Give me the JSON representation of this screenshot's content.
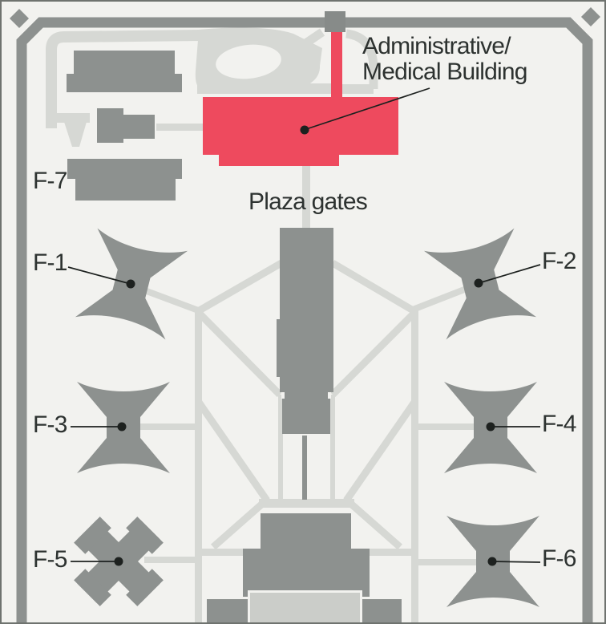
{
  "labels": {
    "f1": "F-1",
    "f2": "F-2",
    "f3": "F-3",
    "f4": "F-4",
    "f5": "F-5",
    "f6": "F-6",
    "f7": "F-7",
    "admin_line1": "Administrative/",
    "admin_line2": "Medical Building",
    "plaza": "Plaza gates"
  },
  "colors": {
    "background": "#f2f2ef",
    "road": "#d6d8d4",
    "building_gray": "#8d918f",
    "fence_gray": "#8d918f",
    "gate_gray": "#878b89",
    "highlight_red": "#ee4a5e",
    "yard_light": "#cbcdc9",
    "text": "#2d3230",
    "callout_ink": "#1d211f"
  }
}
